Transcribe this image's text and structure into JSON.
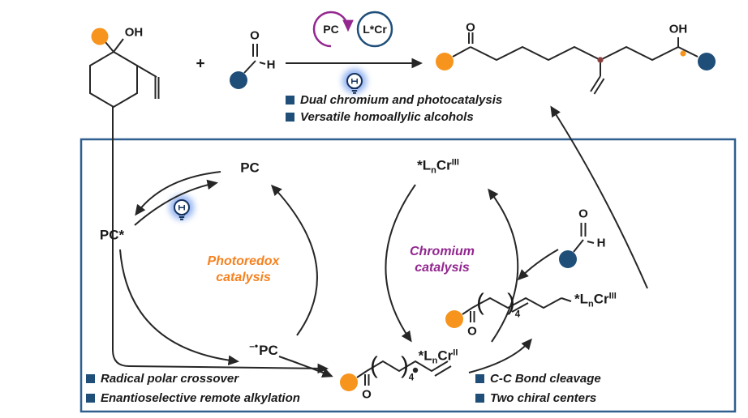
{
  "colors": {
    "orange": "#F7941D",
    "navy": "#1F4E79",
    "purple_badge": "#93278F",
    "box_border": "#2E5F8F",
    "photoredox_text": "#F58220",
    "chromium_text": "#92278F",
    "maroon_dot": "#8A4040"
  },
  "top": {
    "substrate_oh": "OH",
    "plus": "+",
    "aldehyde_o": "O",
    "aldehyde_h": "H",
    "pc_badge": "PC",
    "cr_badge": "L*Cr",
    "bullets": [
      "Dual chromium and photocatalysis",
      "Versatile homoallylic alcohols"
    ],
    "product_o": "O",
    "product_oh": "OH"
  },
  "photoredox": {
    "pc": "PC",
    "pc_excited": "PC*",
    "radical_charge": "–•",
    "radical_pc": "PC",
    "name1": "Photoredox",
    "name2": "catalysis"
  },
  "chromium": {
    "cr3": {
      "l": "*L",
      "n": "n",
      "cr": "Cr",
      "ox": "III"
    },
    "cr2": {
      "l": "*L",
      "n": "n",
      "cr": "Cr",
      "ox": "II"
    },
    "name1": "Chromium",
    "name2": "catalysis"
  },
  "intermediates": {
    "radical": {
      "o": "O",
      "open": "(",
      "close": ")",
      "n": "4"
    },
    "allyl": {
      "o": "O",
      "open": "(",
      "close": ")",
      "n": "4",
      "cr": {
        "l": "*L",
        "n": "n",
        "cr": "Cr",
        "ox": "III"
      }
    },
    "aldehyde": {
      "o": "O",
      "h": "H"
    }
  },
  "bottom": {
    "bullets": [
      "Radical polar crossover",
      "Enantioselective remote alkylation",
      "C-C Bond cleavage",
      "Two chiral centers"
    ]
  }
}
